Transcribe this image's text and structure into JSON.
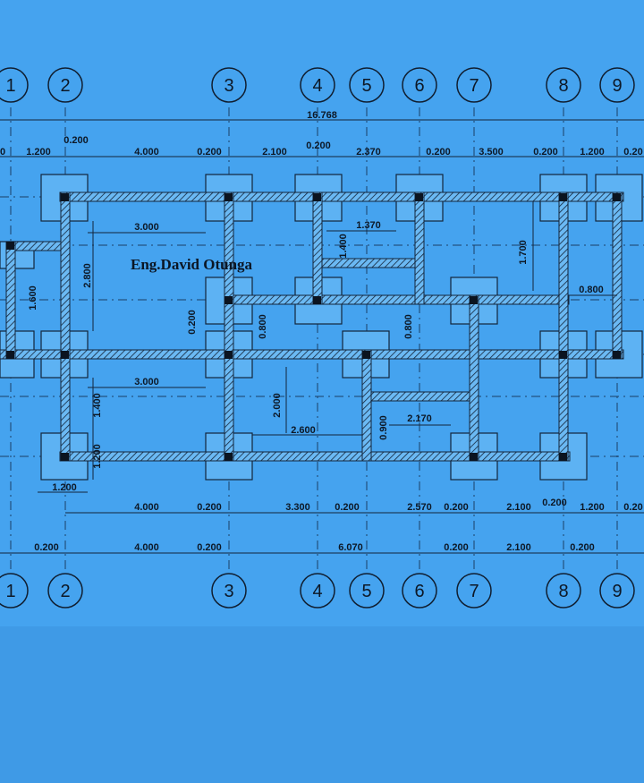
{
  "watermark": "Eng.David Otunga",
  "grid_labels": [
    "1",
    "2",
    "3",
    "4",
    "5",
    "6",
    "7",
    "8",
    "9"
  ],
  "total_length": "16.768",
  "top_row_1": [
    "0.200",
    "1.200",
    "4.000",
    "0.200",
    "2.100",
    "0.200",
    "2.370",
    "0.200",
    "3.500",
    "0.200",
    "1.200",
    "0.20"
  ],
  "top_row_1_lead": "0",
  "interior": {
    "d1": "3.000",
    "d2": "2.800",
    "d3": "1.600",
    "d4": "1.370",
    "d5": "1.400",
    "d6": "1.700",
    "d7": "0.800",
    "d8": "0.200",
    "d9": "0.800",
    "d10": "0.800",
    "d11": "3.000",
    "d12": "1.400",
    "d13": "2.000",
    "d14": "2.600",
    "d15": "2.170",
    "d16": "0.900",
    "d17": "1.200",
    "d18": "1.200"
  },
  "bottom_row_1": [
    "4.000",
    "0.200",
    "3.300",
    "0.200",
    "2.570",
    "0.200",
    "2.100",
    "0.200",
    "1.200",
    "0.20"
  ],
  "bottom_row_2": [
    "0.200",
    "4.000",
    "0.200",
    "6.070",
    "0.200",
    "2.100",
    "0.200"
  ],
  "colors": {
    "paper": "#45a3ef",
    "ink": "#0d1826",
    "footing_fill": "#5db2f3"
  }
}
